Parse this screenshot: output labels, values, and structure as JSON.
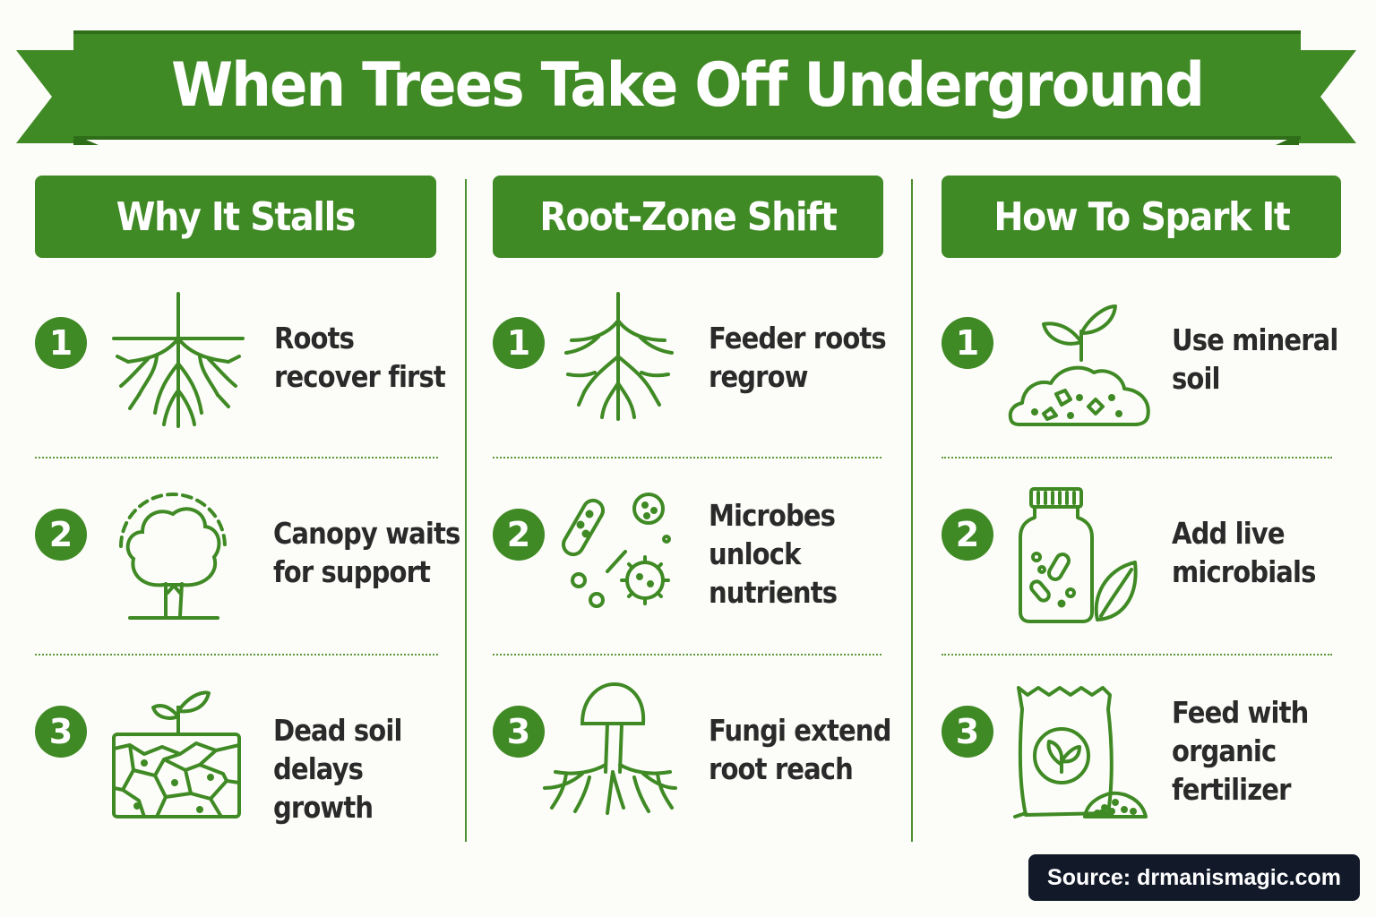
{
  "title": "When Trees Take Off Underground",
  "colors": {
    "green": "#3f8a24",
    "dark_green": "#2f6e18",
    "text": "#2a2a2a",
    "source_bg": "#121a2a"
  },
  "columns": [
    {
      "heading": "Why It Stalls",
      "items": [
        {
          "number": "1",
          "text": "Roots\nrecover first",
          "icon": "roots-icon"
        },
        {
          "number": "2",
          "text": "Canopy waits\nfor support",
          "icon": "tree-canopy-icon"
        },
        {
          "number": "3",
          "text": "Dead soil\ndelays growth",
          "icon": "cracked-soil-sprout-icon"
        }
      ]
    },
    {
      "heading": "Root-Zone Shift",
      "items": [
        {
          "number": "1",
          "text": "Feeder roots\nregrow",
          "icon": "feeder-roots-icon"
        },
        {
          "number": "2",
          "text": "Microbes\nunlock\nnutrients",
          "icon": "microbes-icon"
        },
        {
          "number": "3",
          "text": "Fungi extend\nroot reach",
          "icon": "mushroom-roots-icon"
        }
      ]
    },
    {
      "heading": "How To Spark It",
      "items": [
        {
          "number": "1",
          "text": "Use mineral\nsoil",
          "icon": "sprout-in-soil-icon"
        },
        {
          "number": "2",
          "text": "Add live\nmicrobials",
          "icon": "microbial-jar-icon"
        },
        {
          "number": "3",
          "text": "Feed with\norganic\nfertilizer",
          "icon": "fertilizer-bag-icon"
        }
      ]
    }
  ],
  "source": "Source: drmanismagic.com"
}
